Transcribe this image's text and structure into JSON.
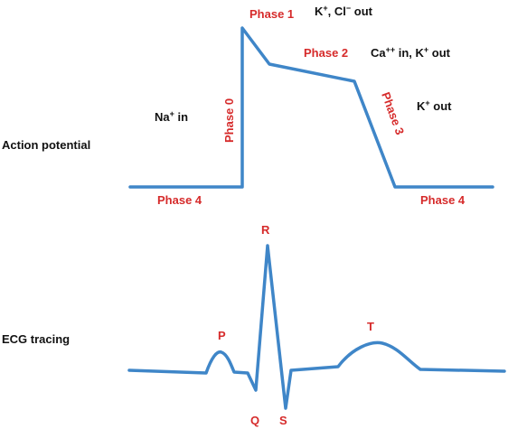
{
  "section_labels": {
    "action_potential": "Action potential",
    "ecg_tracing": "ECG tracing"
  },
  "phases": {
    "phase0": "Phase 0",
    "phase1": "Phase 1",
    "phase2": "Phase 2",
    "phase3": "Phase 3",
    "phase4_left": "Phase 4",
    "phase4_right": "Phase 4"
  },
  "ions": {
    "na_in": {
      "main": "Na",
      "sup": "+",
      "rest": " in"
    },
    "k_cl_out": {
      "k": "K",
      "k_sup": "+",
      "mid": ", Cl",
      "cl_sup": "−",
      "rest": " out"
    },
    "ca_k": {
      "ca": "Ca",
      "ca_sup": "++",
      "mid": " in, K",
      "k_sup": "+",
      "rest": " out"
    },
    "k_out": {
      "k": "K",
      "k_sup": "+",
      "rest": " out"
    }
  },
  "ecg_waves": {
    "p": "P",
    "q": "Q",
    "r": "R",
    "s": "S",
    "t": "T"
  },
  "colors": {
    "trace": "#3f86c8",
    "phase_label": "#d62b2b",
    "text": "#111111"
  }
}
